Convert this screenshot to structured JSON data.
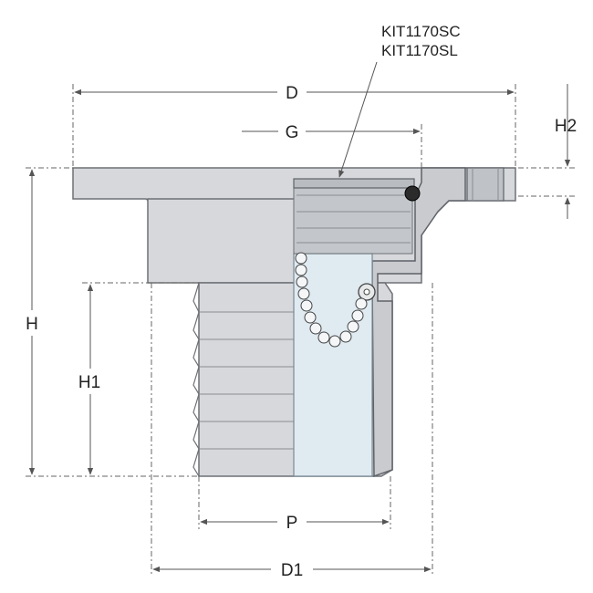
{
  "labels": {
    "kit_codes": [
      "KIT1170SC",
      "KIT1170SL"
    ],
    "dimensions": {
      "D": "D",
      "G": "G",
      "H": "H",
      "H1": "H1",
      "H2": "H2",
      "P": "P",
      "D1": "D1"
    }
  },
  "colors": {
    "body": "#d6d8db",
    "section": "#c9cbcf",
    "liner": "#dfeaf1",
    "lines": "#555555",
    "gasket": "#2b2b2b"
  }
}
